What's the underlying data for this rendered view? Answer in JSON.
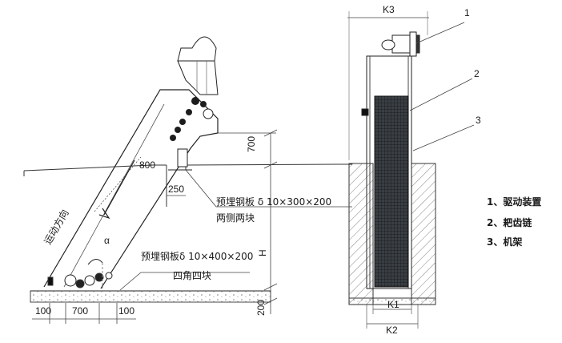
{
  "side_view": {
    "dim_800": "800",
    "dim_700_top": "700",
    "dim_250": "250",
    "dim_H": "H",
    "dim_200": "200",
    "dim_100_left": "100",
    "dim_700_bottom": "700",
    "dim_100_right": "100",
    "direction_label": "运动方向",
    "angle_label": "α",
    "plate1_spec": "预埋钢板 δ 10×300×200",
    "plate1_qty": "两侧两块",
    "plate2_spec": "预埋钢板δ 10×400×200",
    "plate2_qty": "四角四块"
  },
  "front_view": {
    "dim_K3": "K3",
    "dim_K1": "K1",
    "dim_K2": "K2",
    "callout_1": "1",
    "callout_2": "2",
    "callout_3": "3"
  },
  "legend": {
    "items": [
      "1、驱动装置",
      "2、耙齿链",
      "3、机架"
    ]
  }
}
